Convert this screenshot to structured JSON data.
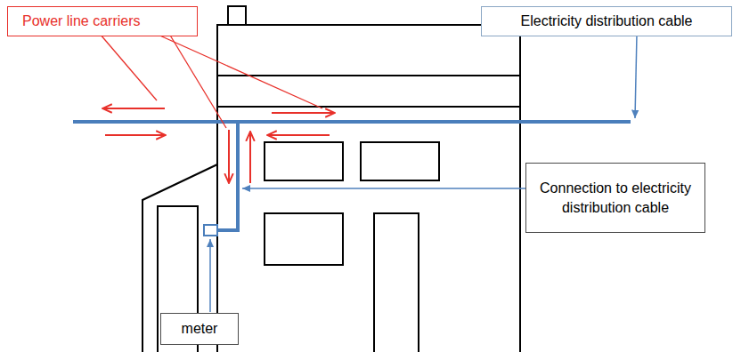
{
  "diagram": {
    "nodes": [
      {
        "text": [
          "Power line carriers"
        ]
      },
      {
        "text": [
          "Electricity distribution cable"
        ]
      },
      {
        "text": [
          "Connection to electricity distribution cable"
        ]
      },
      {
        "text": [
          "meter"
        ]
      }
    ]
  }
}
